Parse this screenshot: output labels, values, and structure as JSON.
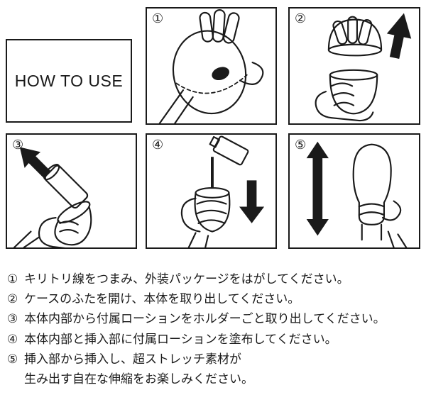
{
  "title": "HOW TO USE",
  "colors": {
    "ink": "#1a1a1a",
    "background": "#ffffff"
  },
  "panels": [
    {
      "number": "①",
      "illustration": "peel-outer-package-illustration"
    },
    {
      "number": "②",
      "illustration": "open-lid-up-arrow-illustration"
    },
    {
      "number": "③",
      "illustration": "remove-lotion-holder-illustration"
    },
    {
      "number": "④",
      "illustration": "pour-lotion-down-arrow-illustration"
    },
    {
      "number": "⑤",
      "illustration": "insert-stretch-double-arrow-illustration"
    }
  ],
  "instructions": [
    {
      "num": "①",
      "text": "キリトリ線をつまみ、外装パッケージをはがしてください。"
    },
    {
      "num": "②",
      "text": "ケースのふたを開け、本体を取り出してください。"
    },
    {
      "num": "③",
      "text": "本体内部から付属ローションをホルダーごと取り出してください。"
    },
    {
      "num": "④",
      "text": "本体内部と挿入部に付属ローションを塗布してください。"
    },
    {
      "num": "⑤",
      "text": "挿入部から挿入し、超ストレッチ素材が",
      "text2": "生み出す自在な伸縮をお楽しみください。"
    }
  ]
}
